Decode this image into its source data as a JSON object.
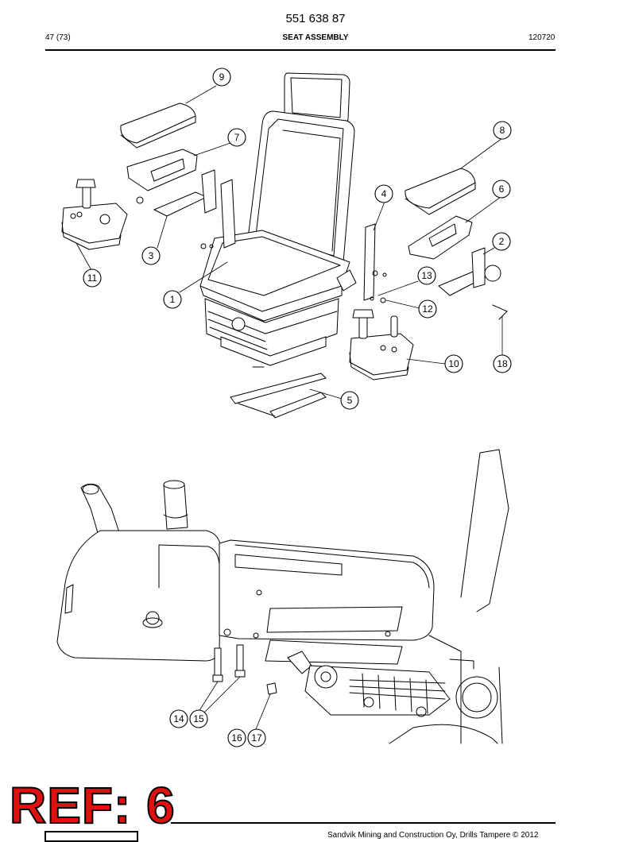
{
  "header": {
    "doc_number": "551 638 87",
    "page": "47 (73)",
    "title": "SEAT ASSEMBLY",
    "date_code": "120720"
  },
  "callouts": {
    "c1": "1",
    "c2": "2",
    "c3": "3",
    "c4": "4",
    "c5": "5",
    "c6": "6",
    "c7": "7",
    "c8": "8",
    "c9": "9",
    "c10": "10",
    "c11": "11",
    "c12": "12",
    "c13": "13",
    "c14": "14",
    "c15": "15",
    "c16": "16",
    "c17": "17",
    "c18": "18"
  },
  "stamp": {
    "text": "REF: 6"
  },
  "footer": {
    "copyright": "Sandvik Mining and Construction Oy, Drills Tampere © 2012"
  }
}
